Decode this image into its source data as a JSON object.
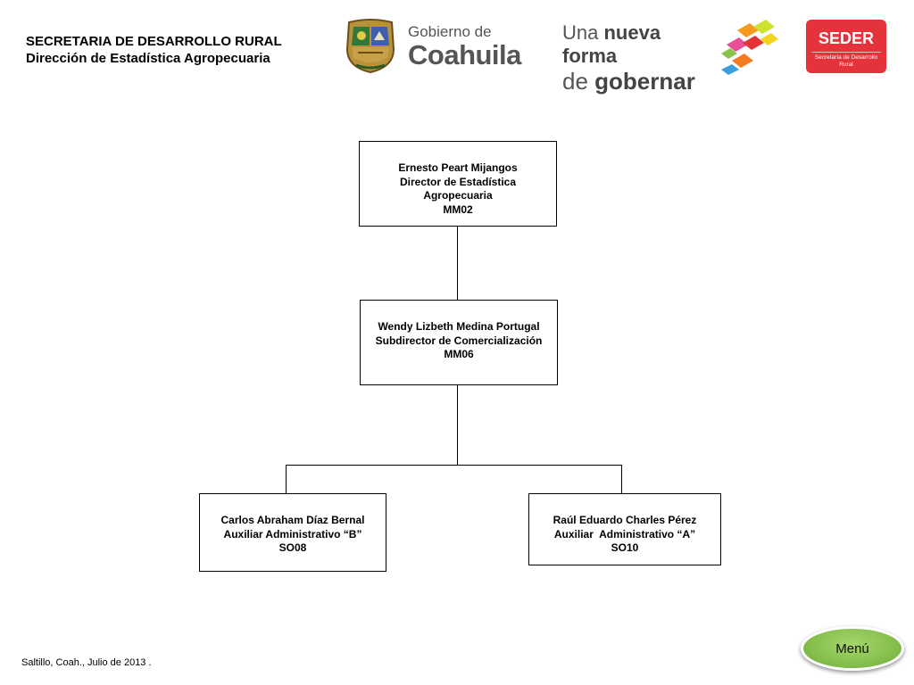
{
  "header": {
    "line1": "SECRETARIA DE DESARROLLO RURAL",
    "line2": "Dirección de Estadística Agropecuaria"
  },
  "logos": {
    "coahuila": {
      "small": "Gobierno de",
      "big": "Coahuila"
    },
    "nueva_forma": {
      "una": "Una",
      "nueva_forma": "nueva forma",
      "de": "de",
      "gobernar": "gobernar"
    },
    "seder": {
      "title": "SEDER",
      "subtitle": "Secretaría de Desarrollo Rural",
      "color": "#e5333b"
    }
  },
  "org": {
    "director": {
      "name": "Ernesto Peart Mijangos",
      "role1": "Director de Estadística",
      "role2": "Agropecuaria",
      "code": "MM02"
    },
    "subdirector": {
      "name": "Wendy Lizbeth Medina Portugal",
      "role": "Subdirector de Comercialización",
      "code": "MM06"
    },
    "aux_b": {
      "name": "Carlos Abraham Díaz Bernal",
      "role": "Auxiliar Administrativo “B”",
      "code": "SO08"
    },
    "aux_a": {
      "name": "Raúl Eduardo Charles Pérez",
      "role": "Auxiliar  Administrativo “A”",
      "code": "SO10"
    }
  },
  "footer": {
    "text": "Saltillo, Coah., Julio de 2013 ."
  },
  "menu": {
    "label": "Menú",
    "color": "#86bf4c"
  }
}
